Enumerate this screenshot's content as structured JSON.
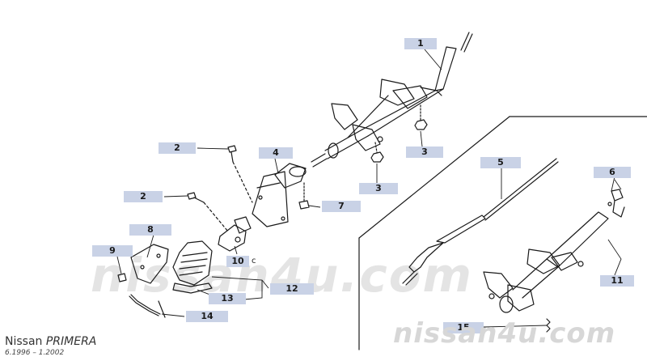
{
  "watermark": {
    "background": "nissan4u.com",
    "bottom": "nissan4u.com"
  },
  "vehicle": {
    "make": "Nissan",
    "model": "PRIMERA",
    "period": "6.1996 – 1.2002"
  },
  "callouts": {
    "c1": "1",
    "c2a": "2",
    "c2b": "2",
    "c3a": "3",
    "c3b": "3",
    "c4": "4",
    "c5": "5",
    "c6": "6",
    "c7": "7",
    "c8": "8",
    "c9": "9",
    "c10": "10",
    "c11": "11",
    "c12": "12",
    "c13": "13",
    "c14": "14",
    "c15": "15"
  },
  "callout_10_suffix": "c",
  "colors": {
    "callout_bg": "#c9d2e6",
    "line": "#1a1a1a"
  }
}
